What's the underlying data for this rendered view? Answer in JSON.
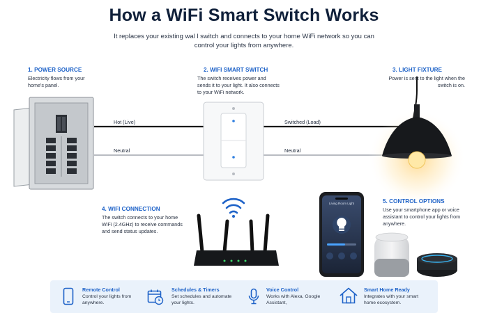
{
  "header": {
    "title": "How a WiFi Smart Switch Works",
    "subtitle": "It replaces your existing wal l switch and connects to your home WiFi network so you can control your lights from anywhere."
  },
  "sections": {
    "power": {
      "title": "1. POWER SOURCE",
      "text": "Electricity flows from your home's panel."
    },
    "switch": {
      "title": "2. WIFI SMART SWITCH",
      "text": "The switch receives power and sends it to your light. It also connects to your WiFi network."
    },
    "light": {
      "title": "3. LIGHT FIXTURE",
      "text": "Power is sent to the light when the switch is on."
    },
    "wifi": {
      "title": "4. WIFI CONNECTION",
      "text": "The switch connects to your home WiFi (2.4GHz) to receive commands and send status updates."
    },
    "control": {
      "title": "5. CONTROL OPTIONS",
      "text": "Use your smartphone app or voice assistant to control your lights from anywhere."
    }
  },
  "wires": {
    "hot": "Hot (Live)",
    "neutral_left": "Neutral",
    "switched": "Switched (Load)",
    "neutral_right": "Neutral"
  },
  "phone": {
    "app_title": "Living Room Light"
  },
  "features": [
    {
      "title": "Remote Control",
      "text": "Control your lights from anywhere.",
      "icon": "phone-icon"
    },
    {
      "title": "Schedules & Timers",
      "text": "Set schedules and automate your lights.",
      "icon": "calendar-icon"
    },
    {
      "title": "Voice Control",
      "text": "Works with Alexa, Google Assistant,",
      "icon": "microphone-icon"
    },
    {
      "title": "Smart Home Ready",
      "text": "Integrates with your smart home ecosystem.",
      "icon": "home-icon"
    }
  ],
  "colors": {
    "accent": "#1f63c8",
    "title": "#10203a",
    "strip": "#eaf2fb",
    "wifi": "#1f63c8"
  }
}
